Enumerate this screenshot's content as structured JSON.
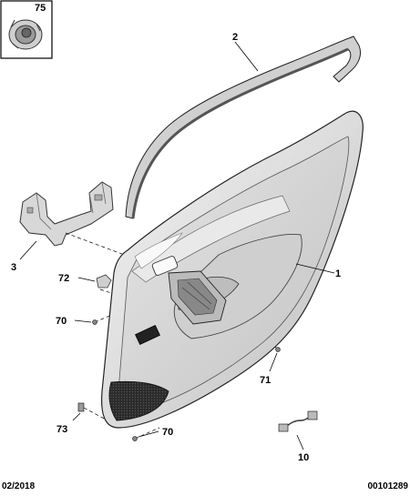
{
  "callouts": {
    "c75": "75",
    "c2": "2",
    "c3": "3",
    "c72": "72",
    "c1": "1",
    "c70a": "70",
    "c71": "71",
    "c73": "73",
    "c70b": "70",
    "c10": "10"
  },
  "footer": {
    "date": "02/2018",
    "reference": "00101289"
  }
}
